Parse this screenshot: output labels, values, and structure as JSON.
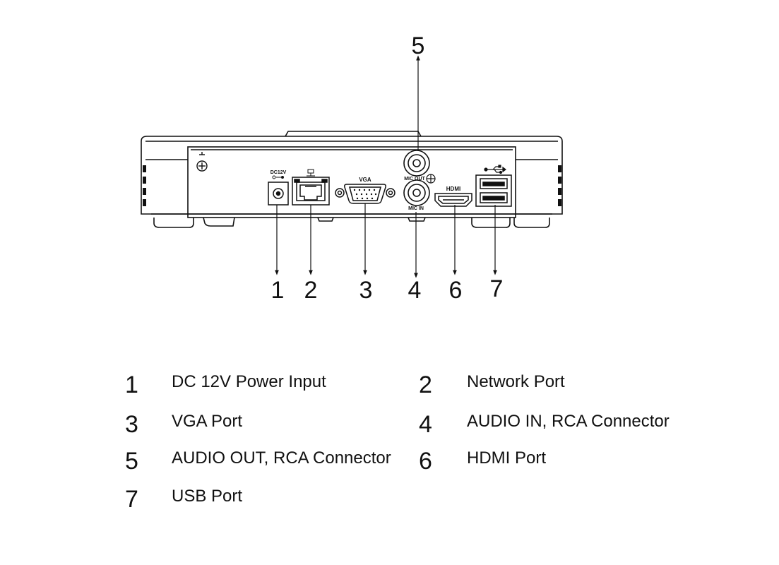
{
  "callouts": {
    "c1": "1",
    "c2": "2",
    "c3": "3",
    "c4": "4",
    "c5": "5",
    "c6": "6",
    "c7": "7"
  },
  "panel_markings": {
    "dc": "DC12V",
    "vga": "VGA",
    "mic_out": "MIC OUT",
    "mic_in": "MIC IN",
    "hdmi": "HDMI"
  },
  "legend": [
    {
      "number": "1",
      "label": "DC 12V Power Input"
    },
    {
      "number": "2",
      "label": "Network Port"
    },
    {
      "number": "3",
      "label": "VGA Port"
    },
    {
      "number": "4",
      "label": "AUDIO IN, RCA Connector"
    },
    {
      "number": "5",
      "label": "AUDIO OUT, RCA Connector"
    },
    {
      "number": "6",
      "label": "HDMI Port"
    },
    {
      "number": "7",
      "label": "USB Port"
    }
  ],
  "icons": [
    "ground-icon",
    "usb-icon",
    "dc-polarity-icon"
  ],
  "colors": {
    "line": "#111111",
    "background": "#ffffff"
  }
}
